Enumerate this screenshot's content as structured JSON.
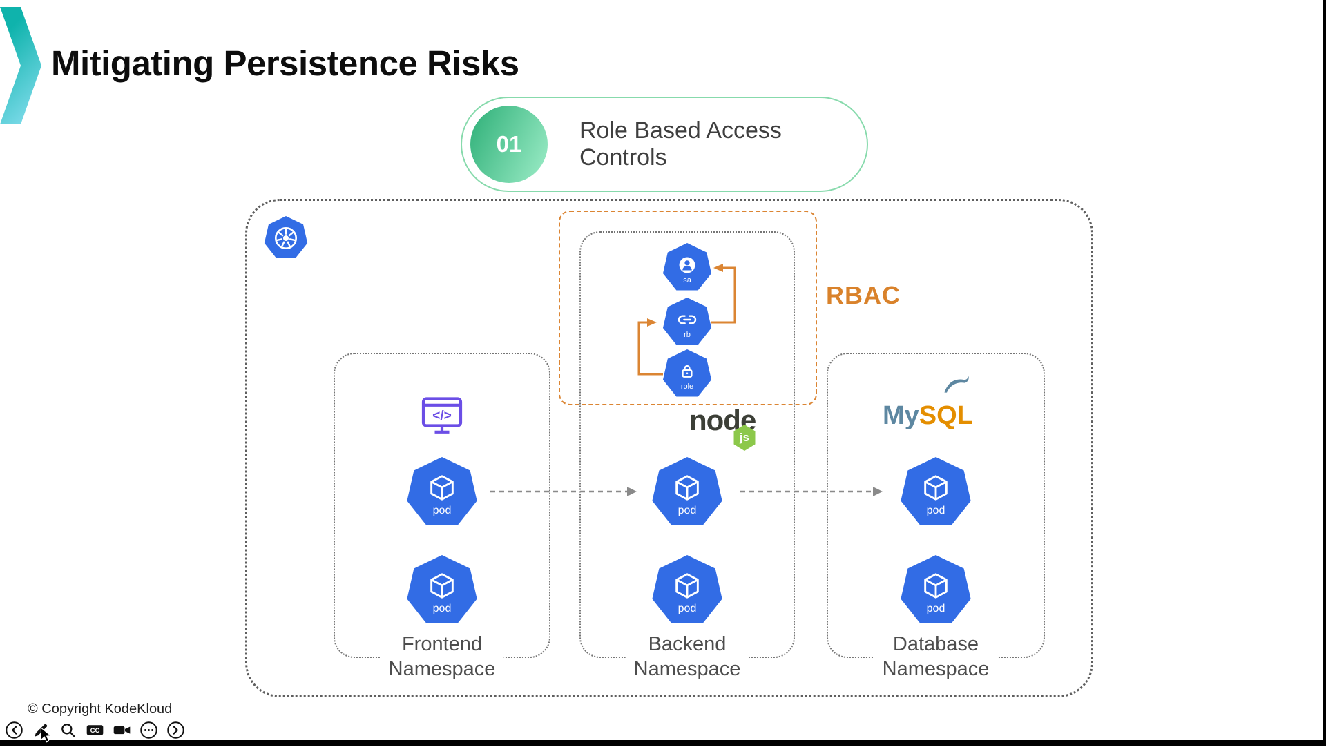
{
  "slide": {
    "title": "Mitigating Persistence Risks",
    "badge": {
      "number": "01",
      "label": "Role Based Access Controls"
    },
    "rbac": {
      "label": "RBAC",
      "icons": [
        {
          "label": "sa",
          "name": "service-account-icon"
        },
        {
          "label": "rb",
          "name": "role-binding-icon"
        },
        {
          "label": "role",
          "name": "role-icon"
        }
      ]
    },
    "cluster": {
      "platform": "kubernetes",
      "pod_label": "pod",
      "namespaces": [
        {
          "line1": "Frontend",
          "line2": "Namespace"
        },
        {
          "line1": "Backend",
          "line2": "Namespace"
        },
        {
          "line1": "Database",
          "line2": "Namespace"
        }
      ]
    },
    "logos": {
      "node_text": "node",
      "node_badge": "js",
      "mysql_prefix": "My",
      "mysql_suffix": "SQL"
    },
    "copyright": "© Copyright KodeKloud"
  },
  "player": {
    "cc_label": "CC",
    "controls": [
      "previous-slide",
      "draw-pen",
      "zoom-search",
      "closed-captions",
      "webcam",
      "more-options",
      "next-slide"
    ]
  },
  "colors": {
    "kubernetes_blue": "#326CE5",
    "rbac_orange": "#DB8533",
    "pill_border_green": "#87DAAC",
    "badge_gradient_start": "#33B27B",
    "badge_gradient_end": "#98EAC4",
    "node_green": "#8CC84B",
    "mysql_slate": "#5D87A1",
    "mysql_orange": "#E48E00",
    "frontend_purple": "#6B4EE6"
  }
}
